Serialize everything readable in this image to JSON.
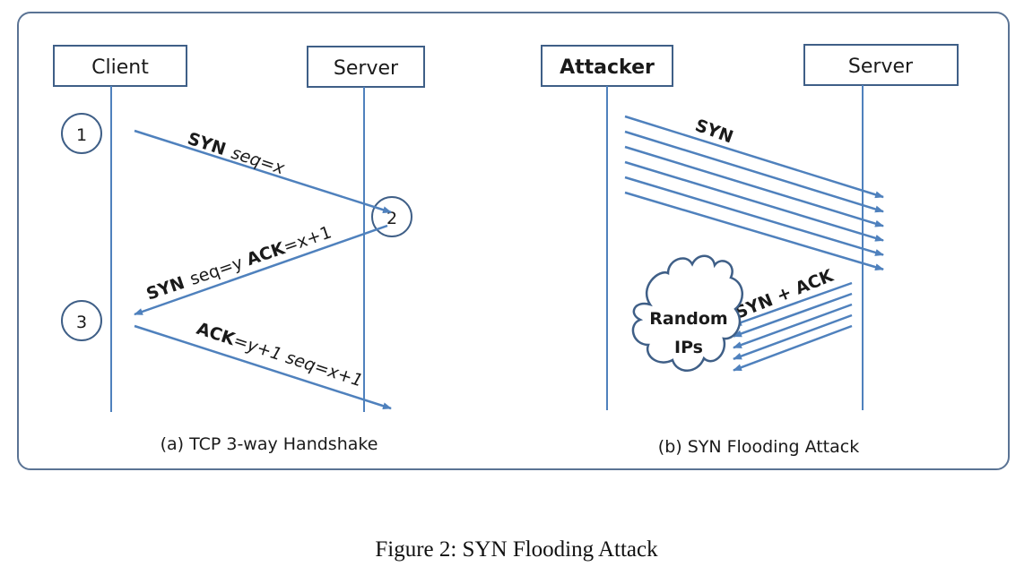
{
  "figure_caption": "Figure 2: SYN Flooding Attack",
  "colors": {
    "line": "#4f81bd",
    "frame": "#5a7394",
    "text": "#1a1a1a"
  },
  "panel_a": {
    "caption": "(a) TCP 3-way Handshake",
    "client_label": "Client",
    "server_label": "Server",
    "steps": [
      "1",
      "2",
      "3"
    ],
    "messages": [
      {
        "bold": "SYN",
        "normal": "seq=x"
      },
      {
        "bold1": "SYN",
        "normal1": "seq=y",
        "bold2": "ACK",
        "normal2": "=x+1"
      },
      {
        "bold": "ACK",
        "normal": "=y+1 seq=x+1"
      }
    ]
  },
  "panel_b": {
    "caption": "(b) SYN Flooding Attack",
    "attacker_label": "Attacker",
    "server_label": "Server",
    "syn_label": "SYN",
    "synack_label": "SYN + ACK",
    "cloud_line1": "Random",
    "cloud_line2": "IPs",
    "syn_arrow_count": 6,
    "synack_arrow_count": 5
  }
}
